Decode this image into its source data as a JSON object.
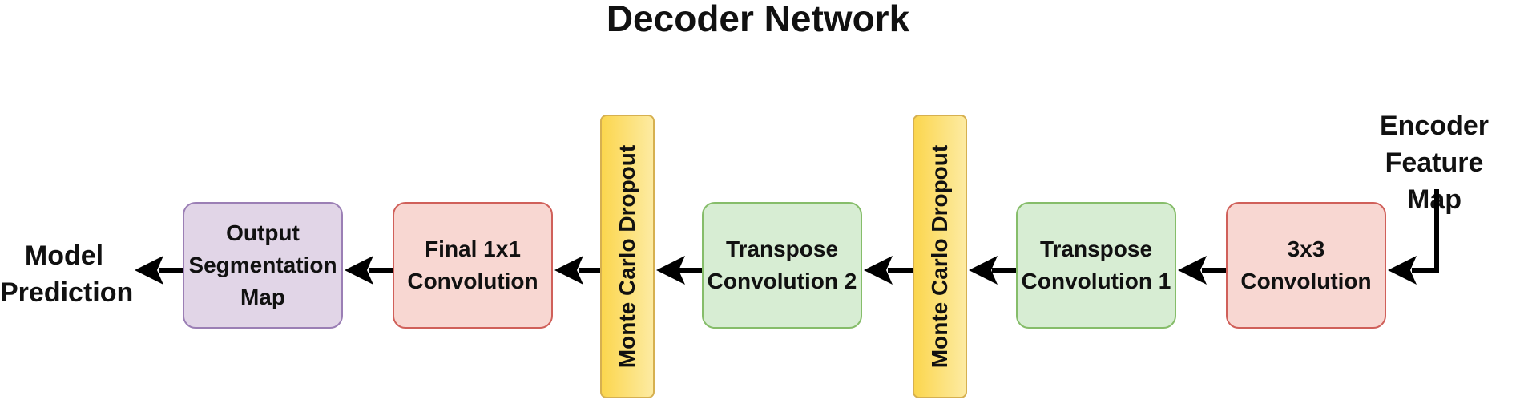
{
  "diagram": {
    "title": "Decoder Network",
    "input_label": [
      "Encoder",
      "Feature Map"
    ],
    "output_label": [
      "Model",
      "Prediction"
    ],
    "blocks": {
      "conv3x3": [
        "3x3",
        "Convolution"
      ],
      "transpose1": [
        "Transpose",
        "Convolution 1"
      ],
      "dropout1": "Monte Carlo Dropout",
      "transpose2": [
        "Transpose",
        "Convolution 2"
      ],
      "dropout2": "Monte Carlo Dropout",
      "final1x1": [
        "Final 1x1",
        "Convolution"
      ],
      "output": [
        "Output",
        "Segmentation",
        "Map"
      ]
    },
    "colors": {
      "conv_fill": "#f8d7d2",
      "transpose_fill": "#d7edd3",
      "output_fill": "#e1d5e7",
      "dropout_fill": "#fbd64e",
      "arrow": "#000000"
    }
  }
}
